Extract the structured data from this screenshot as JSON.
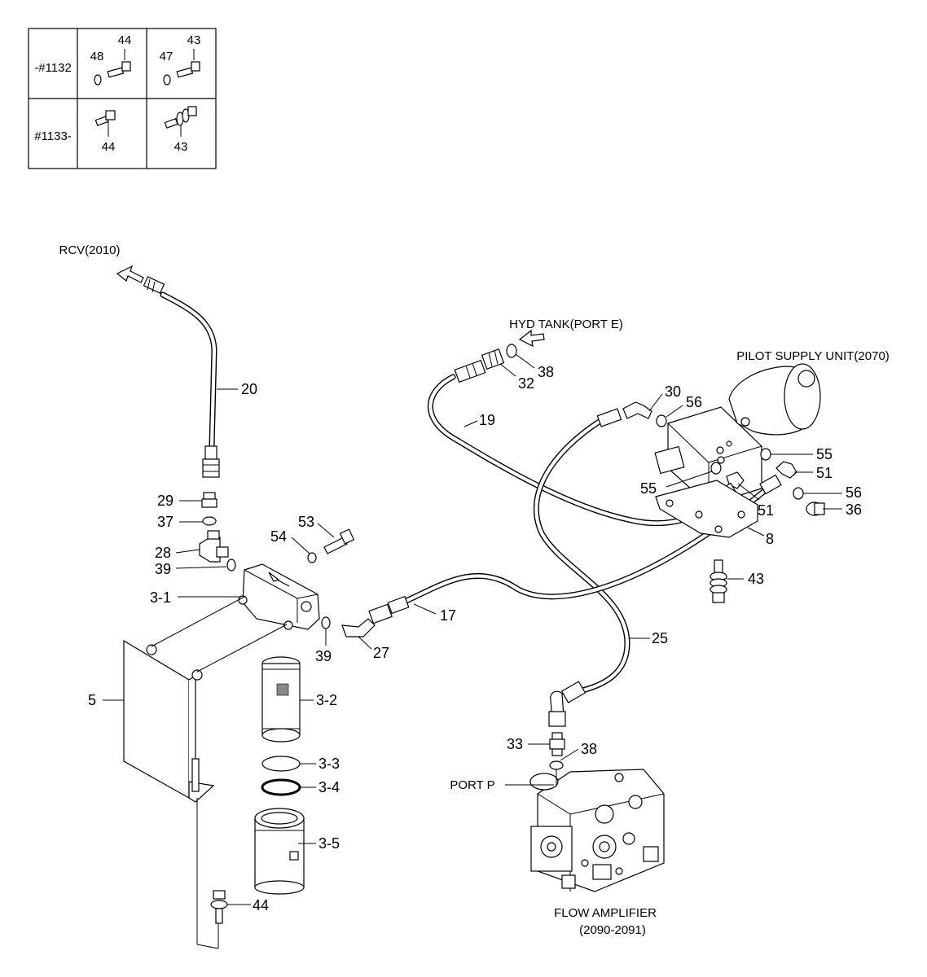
{
  "table": {
    "row1_label": "-#1132",
    "row2_label": "#1133-",
    "r1c1_a": "48",
    "r1c1_b": "44",
    "r1c2_a": "47",
    "r1c2_b": "43",
    "r2c1": "44",
    "r2c2": "43"
  },
  "destinations": {
    "rcv": "RCV(2010)",
    "hyd_tank": "HYD TANK(PORT E)",
    "pilot_supply": "PILOT SUPPLY UNIT(2070)",
    "port_p": "PORT P",
    "flow_amp_line1": "FLOW AMPLIFIER",
    "flow_amp_line2": "(2090-2091)"
  },
  "parts": {
    "p20": "20",
    "p29": "29",
    "p37": "37",
    "p28": "28",
    "p39a": "39",
    "p54": "54",
    "p53": "53",
    "p3_1": "3-1",
    "p39b": "39",
    "p27": "27",
    "p17": "17",
    "p5": "5",
    "p3_2": "3-2",
    "p3_3": "3-3",
    "p3_4": "3-4",
    "p3_5": "3-5",
    "p44": "44",
    "p25": "25",
    "p33": "33",
    "p38b": "38",
    "p19": "19",
    "p32": "32",
    "p38a": "38",
    "p30": "30",
    "p56a": "56",
    "p55a": "55",
    "p51a": "51",
    "p55b": "55",
    "p51b": "51",
    "p56b": "56",
    "p36": "36",
    "p8": "8",
    "p43": "43"
  }
}
